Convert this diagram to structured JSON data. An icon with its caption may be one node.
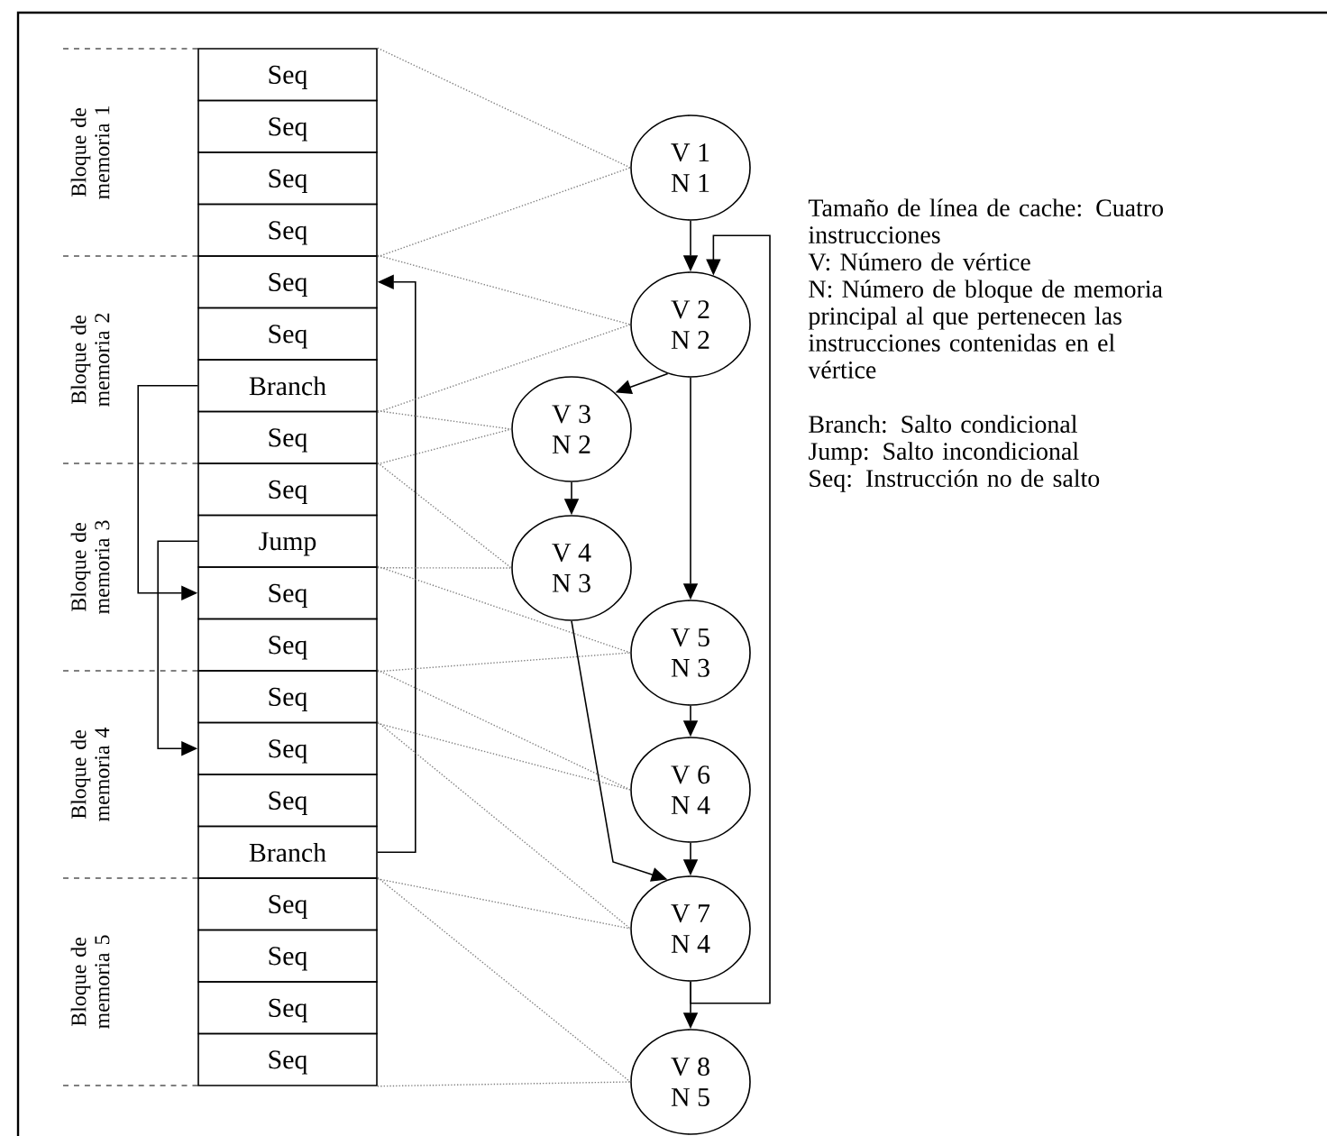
{
  "diagram": {
    "nodes": [
      {
        "text": [
          "Seq"
        ]
      },
      {
        "text": [
          "Seq"
        ]
      },
      {
        "text": [
          "Seq"
        ]
      },
      {
        "text": [
          "Seq"
        ]
      },
      {
        "text": [
          "Seq"
        ]
      },
      {
        "text": [
          "Seq"
        ]
      },
      {
        "text": [
          "Branch"
        ]
      },
      {
        "text": [
          "Seq"
        ]
      },
      {
        "text": [
          "Seq"
        ]
      },
      {
        "text": [
          "Jump"
        ]
      },
      {
        "text": [
          "Seq"
        ]
      },
      {
        "text": [
          "Seq"
        ]
      },
      {
        "text": [
          "Seq"
        ]
      },
      {
        "text": [
          "Seq"
        ]
      },
      {
        "text": [
          "Seq"
        ]
      },
      {
        "text": [
          "Branch"
        ]
      },
      {
        "text": [
          "Seq"
        ]
      },
      {
        "text": [
          "Seq"
        ]
      },
      {
        "text": [
          "Seq"
        ]
      },
      {
        "text": [
          "Seq"
        ]
      },
      {
        "text": [
          "V 1",
          "N 1"
        ]
      },
      {
        "text": [
          "V 2",
          "N 2"
        ]
      },
      {
        "text": [
          "V 3",
          "N 2"
        ]
      },
      {
        "text": [
          "V 4",
          "N 3"
        ]
      },
      {
        "text": [
          "V 5",
          "N 3"
        ]
      },
      {
        "text": [
          "V 6",
          "N 4"
        ]
      },
      {
        "text": [
          "V 7",
          "N 4"
        ]
      },
      {
        "text": [
          "V 8",
          "N 5"
        ]
      }
    ],
    "edges": [
      {
        "from": 20,
        "to": 21,
        "arrow": "to",
        "color": "#000000"
      },
      {
        "from": 21,
        "to": 22,
        "arrow": "to",
        "color": "#000000"
      },
      {
        "from": 21,
        "to": 24,
        "arrow": "to",
        "color": "#000000"
      },
      {
        "from": 22,
        "to": 23,
        "arrow": "to",
        "color": "#000000"
      },
      {
        "from": 23,
        "to": 26,
        "arrow": "to",
        "color": "#000000"
      },
      {
        "from": 24,
        "to": 25,
        "arrow": "to",
        "color": "#000000"
      },
      {
        "from": 25,
        "to": 26,
        "arrow": "to",
        "color": "#000000"
      },
      {
        "from": 26,
        "to": 27,
        "arrow": "to",
        "color": "#000000"
      },
      {
        "from": 26,
        "to": 21,
        "arrow": "to",
        "color": "#000000"
      },
      {
        "from": 6,
        "to": 10,
        "arrow": "to",
        "color": "#000000"
      },
      {
        "from": 9,
        "to": 13,
        "arrow": "to",
        "color": "#000000"
      },
      {
        "from": 15,
        "to": 4,
        "arrow": "to",
        "color": "#000000"
      },
      {
        "from": 0,
        "to": 20,
        "arrow": "none",
        "style": "dashed"
      },
      {
        "from": 3,
        "to": 20,
        "arrow": "none",
        "style": "dashed"
      },
      {
        "from": 4,
        "to": 21,
        "arrow": "none",
        "style": "dashed"
      },
      {
        "from": 6,
        "to": 21,
        "arrow": "none",
        "style": "dashed"
      },
      {
        "from": 7,
        "to": 22,
        "arrow": "none",
        "style": "dashed"
      },
      {
        "from": 7,
        "to": 22,
        "arrow": "none",
        "style": "dashed"
      },
      {
        "from": 8,
        "to": 23,
        "arrow": "none",
        "style": "dashed"
      },
      {
        "from": 9,
        "to": 23,
        "arrow": "none",
        "style": "dashed"
      },
      {
        "from": 10,
        "to": 24,
        "arrow": "none",
        "style": "dashed"
      },
      {
        "from": 11,
        "to": 24,
        "arrow": "none",
        "style": "dashed"
      },
      {
        "from": 12,
        "to": 25,
        "arrow": "none",
        "style": "dashed"
      },
      {
        "from": 12,
        "to": 25,
        "arrow": "none",
        "style": "dashed"
      },
      {
        "from": 13,
        "to": 26,
        "arrow": "none",
        "style": "dashed"
      },
      {
        "from": 15,
        "to": 26,
        "arrow": "none",
        "style": "dashed"
      },
      {
        "from": 16,
        "to": 27,
        "arrow": "none",
        "style": "dashed"
      },
      {
        "from": 19,
        "to": 27,
        "arrow": "none",
        "style": "dashed"
      }
    ],
    "labels": [
      "Bloque de memoria 1",
      "Bloque de memoria 2",
      "Bloque de memoria 3",
      "Bloque de memoria 4",
      "Bloque de memoria 5",
      "Tamaño de línea de cache: Cuatro instrucciones",
      "V: Número de vértice",
      "N: Número de bloque de memoria principal al que pertenecen las instrucciones contenidas en el vértice",
      "Branch: Salto condicional",
      "Jump: Salto incondicional",
      "Seq: Instrucción no de salto"
    ]
  }
}
